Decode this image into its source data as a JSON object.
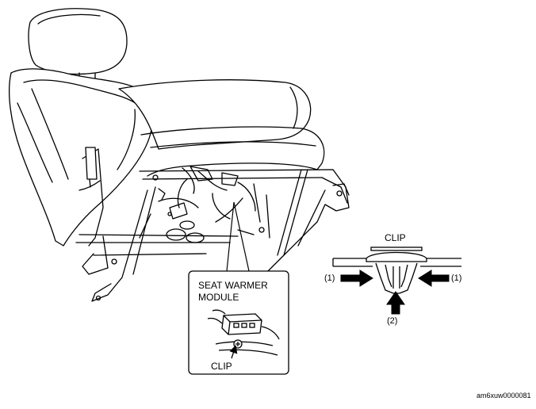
{
  "labels": {
    "seat_warmer_line1": "SEAT WARMER",
    "seat_warmer_line2": "MODULE",
    "inset_clip": "CLIP",
    "detail_clip": "CLIP",
    "arrow_left": "(1)",
    "arrow_right": "(1)",
    "arrow_bottom": "(2)",
    "figure_id": "am6xuw0000081"
  },
  "icons": {
    "seat": "seat-icon",
    "clip": "clip-icon",
    "arrow": "arrow-icon"
  },
  "colors": {
    "line": "#000000",
    "background": "#ffffff"
  }
}
